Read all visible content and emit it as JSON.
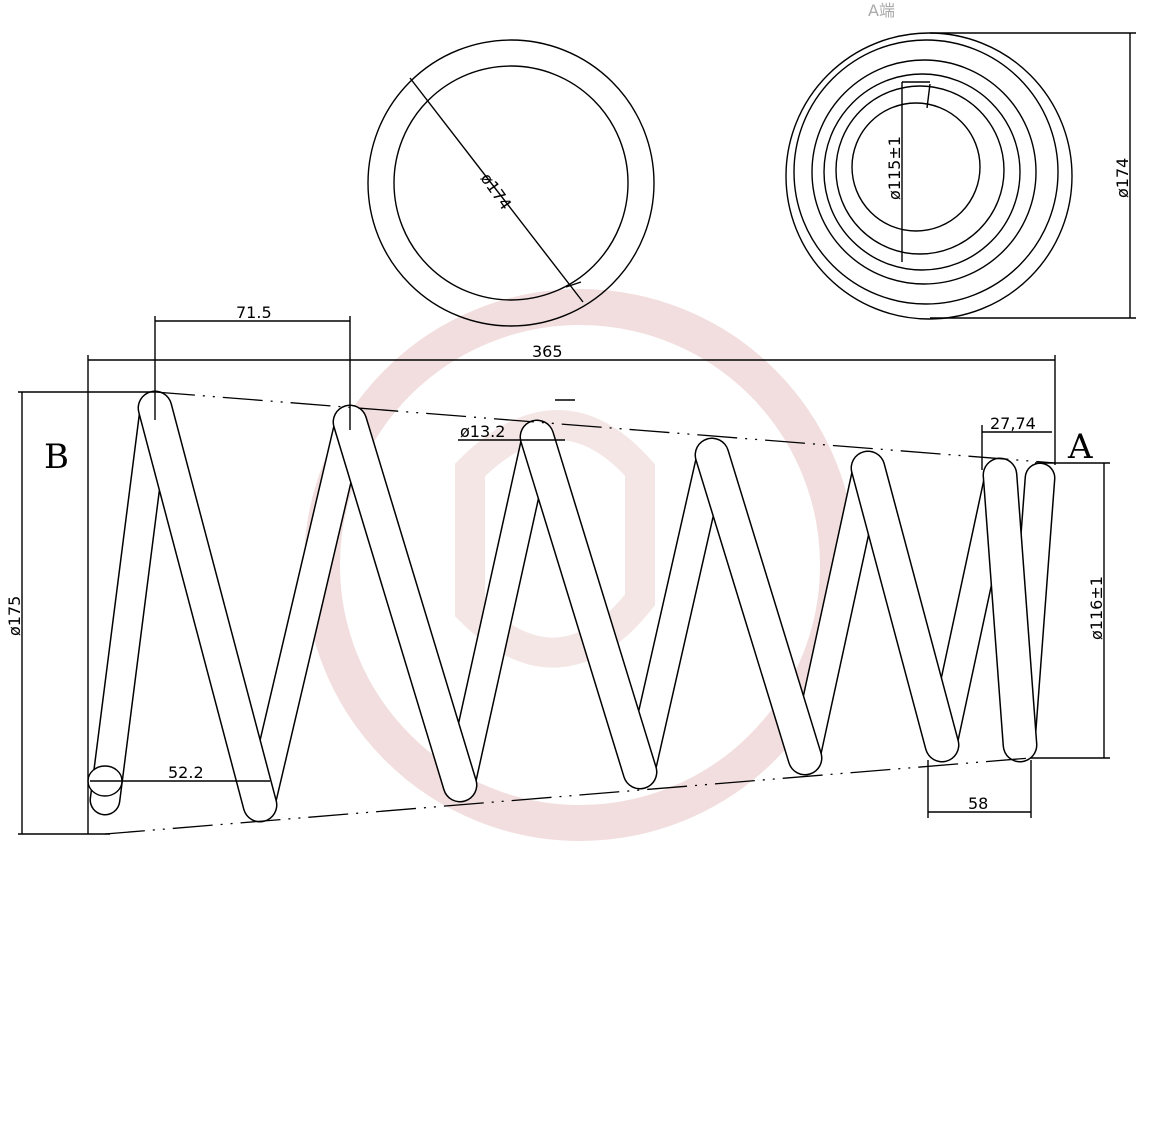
{
  "drawing": {
    "end_view_label": "A端",
    "end_b_label": "B",
    "end_a_label": "A",
    "dimensions": {
      "top_ring_diameter": "ø174",
      "end_view_outer_diameter": "ø174",
      "end_view_inner_diameter": "ø115±1",
      "coil_pitch": "71.5",
      "free_length": "365",
      "wire_diameter": "ø13.2",
      "end_pitch_a": "27,74",
      "b_end_diameter": "ø175",
      "a_end_diameter": "ø116±1",
      "bottom_pitch": "52.2",
      "a_end_pitch": "58"
    },
    "colors": {
      "line": "#000000",
      "watermark": "#f2dede"
    }
  }
}
